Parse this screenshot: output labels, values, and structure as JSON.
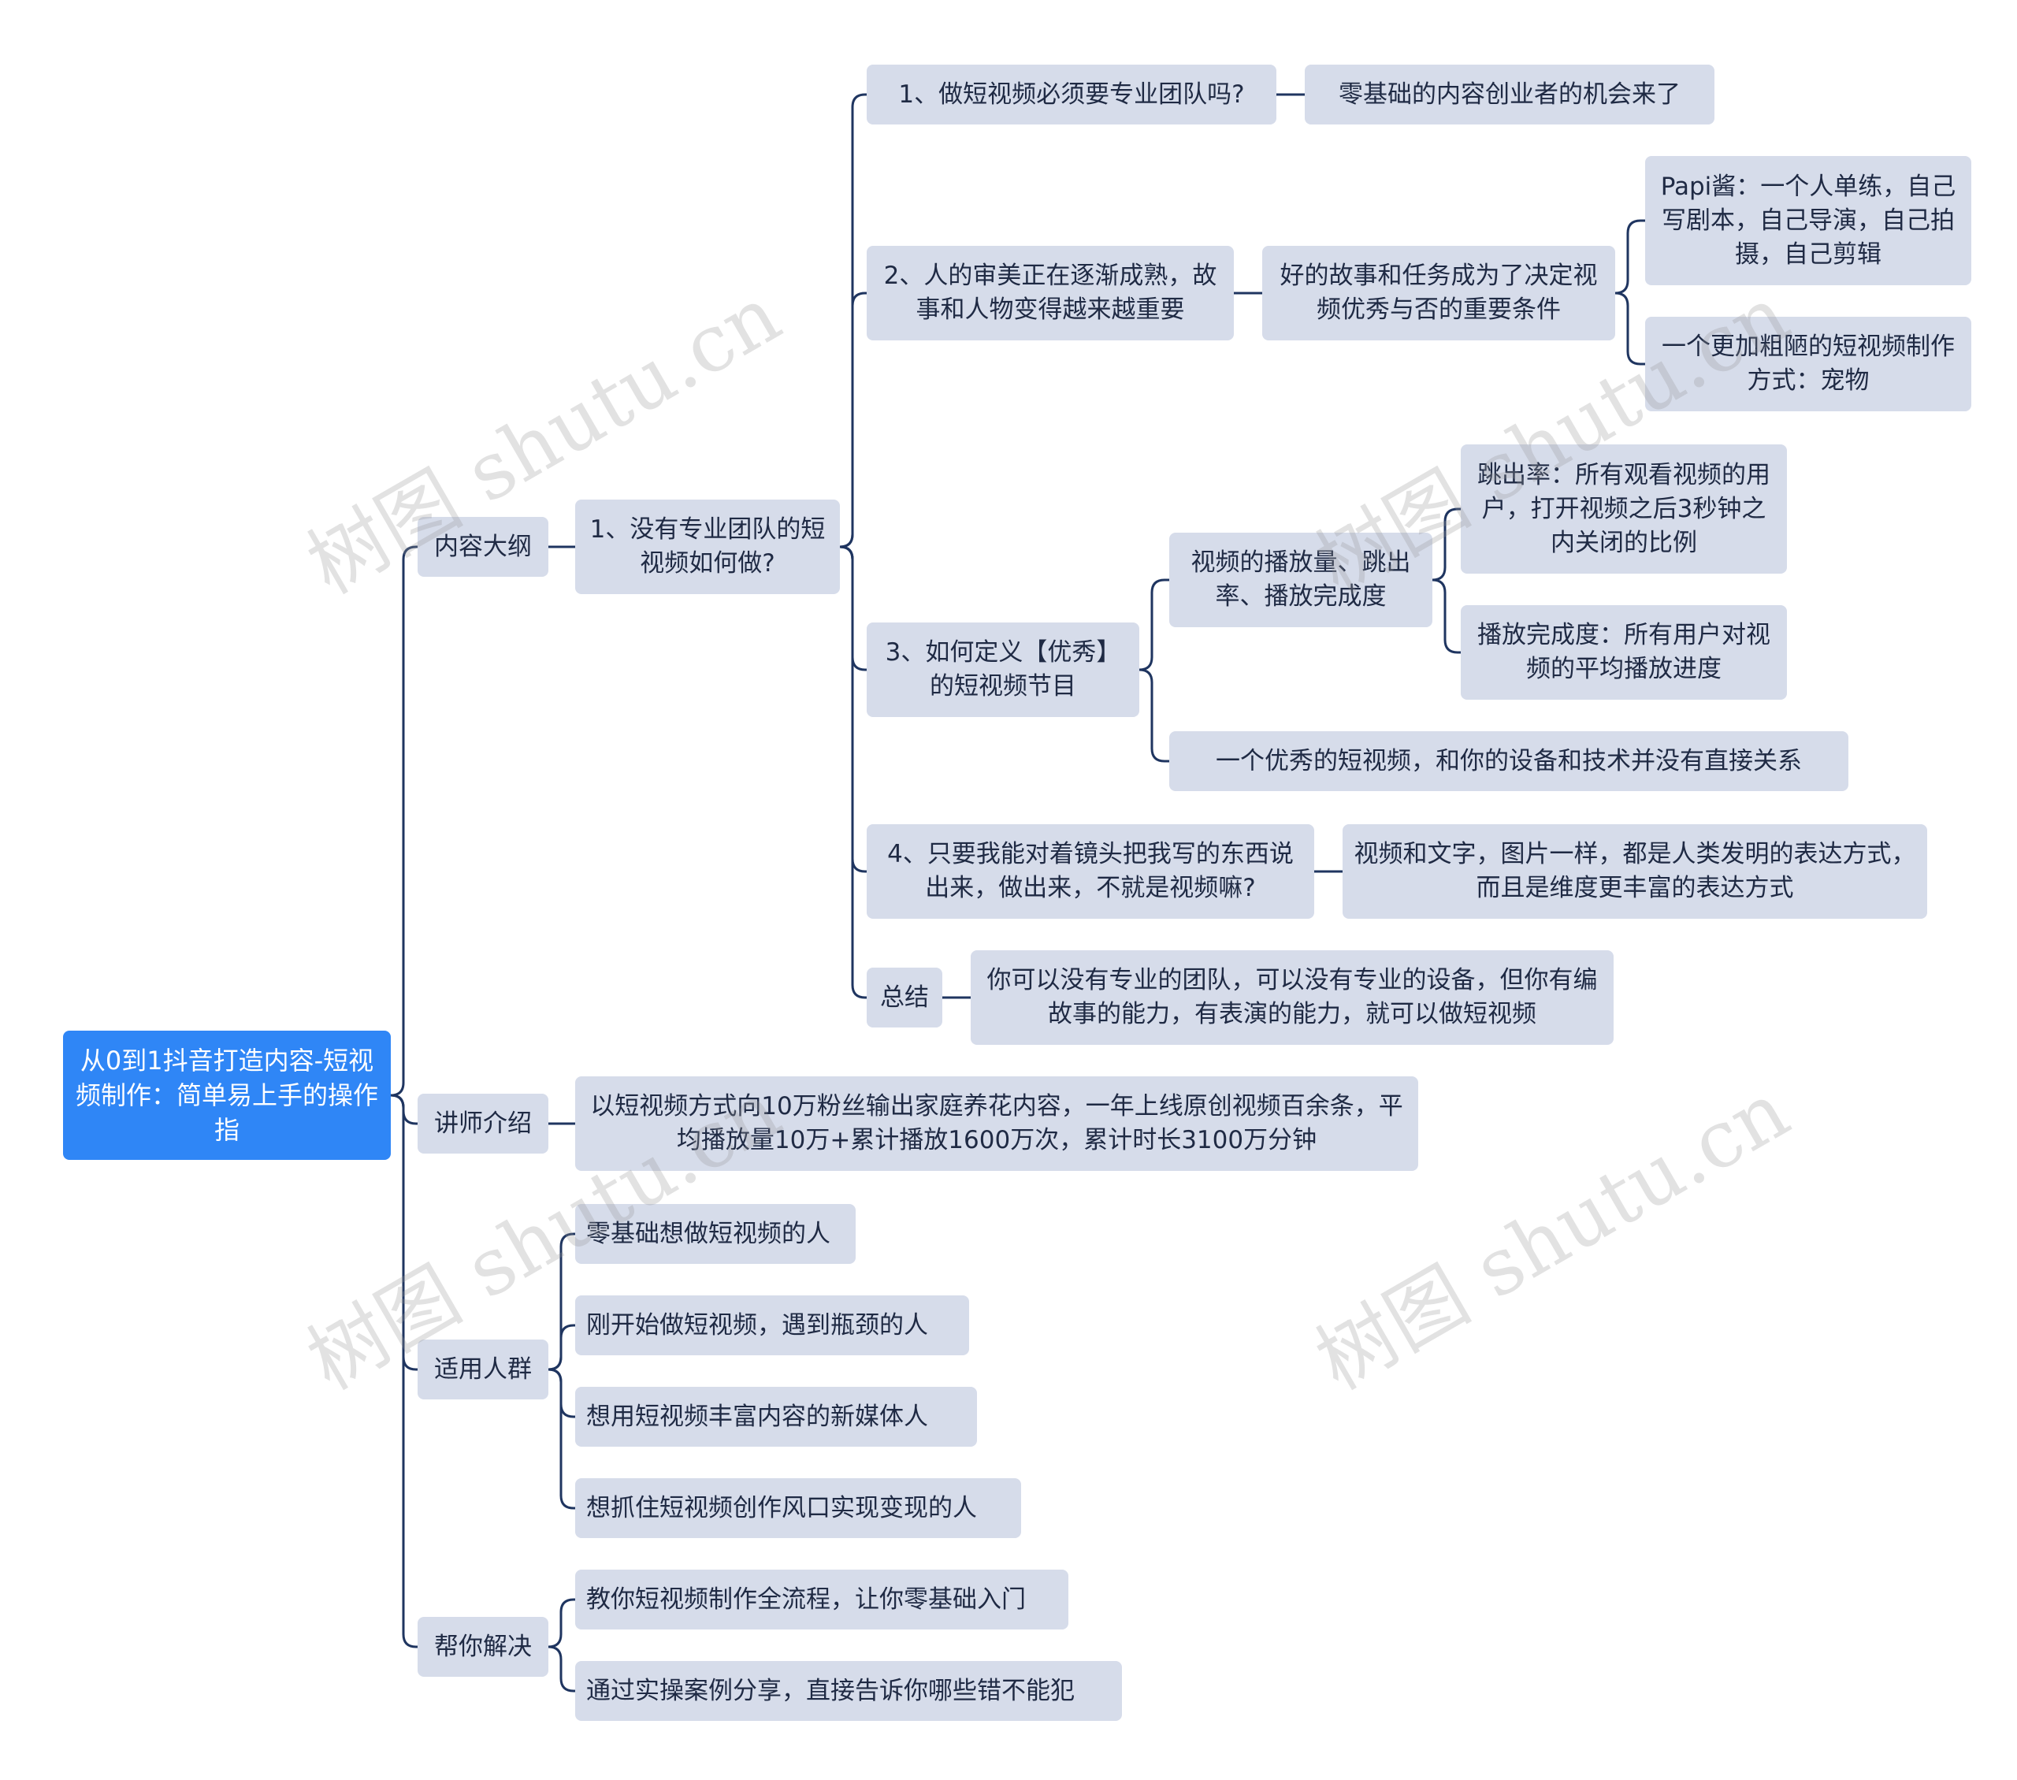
{
  "root": {
    "text": "从0到1抖音打造内容-短视频制作：简单易上手的操作指"
  },
  "outline": {
    "label": "内容大纲",
    "main": {
      "label": "1、没有专业团队的短视频如何做?",
      "q1": {
        "label": "1、做短视频必须要专业团队吗?",
        "answer": "零基础的内容创业者的机会来了"
      },
      "q2": {
        "label": "2、人的审美正在逐渐成熟，故事和人物变得越来越重要",
        "mid": "好的故事和任务成为了决定视频优秀与否的重要条件",
        "leaves": [
          "Papi酱：一个人单练，自己写剧本，自己导演，自己拍摄，自己剪辑",
          "一个更加粗陋的短视频制作方式：宠物"
        ]
      },
      "q3": {
        "label": "3、如何定义【优秀】的短视频节目",
        "metrics": {
          "label": "视频的播放量、跳出率、播放完成度",
          "leaves": [
            "跳出率：所有观看视频的用户，打开视频之后3秒钟之内关闭的比例",
            "播放完成度：所有用户对视频的平均播放进度"
          ]
        },
        "note": "一个优秀的短视频，和你的设备和技术并没有直接关系"
      },
      "q4": {
        "label": "4、只要我能对着镜头把我写的东西说出来，做出来，不就是视频嘛?",
        "answer": "视频和文字，图片一样，都是人类发明的表达方式，而且是维度更丰富的表达方式"
      },
      "summary": {
        "label": "总结",
        "text": "你可以没有专业的团队，可以没有专业的设备，但你有编故事的能力，有表演的能力，就可以做短视频"
      }
    }
  },
  "lecturer": {
    "label": "讲师介绍",
    "text": "以短视频方式向10万粉丝输出家庭养花内容，一年上线原创视频百余条，平均播放量10万+累计播放1600万次，累计时长3100万分钟"
  },
  "audience": {
    "label": "适用人群",
    "items": [
      "零基础想做短视频的人",
      "刚开始做短视频，遇到瓶颈的人",
      "想用短视频丰富内容的新媒体人",
      "想抓住短视频创作风口实现变现的人"
    ]
  },
  "solve": {
    "label": "帮你解决",
    "items": [
      "教你短视频制作全流程，让你零基础入门",
      "通过实操案例分享，直接告诉你哪些错不能犯"
    ]
  },
  "watermark": "树图 shutu.cn",
  "colors": {
    "root": "#2f86f6",
    "node": "#d6dcea",
    "line": "#1f3560"
  }
}
